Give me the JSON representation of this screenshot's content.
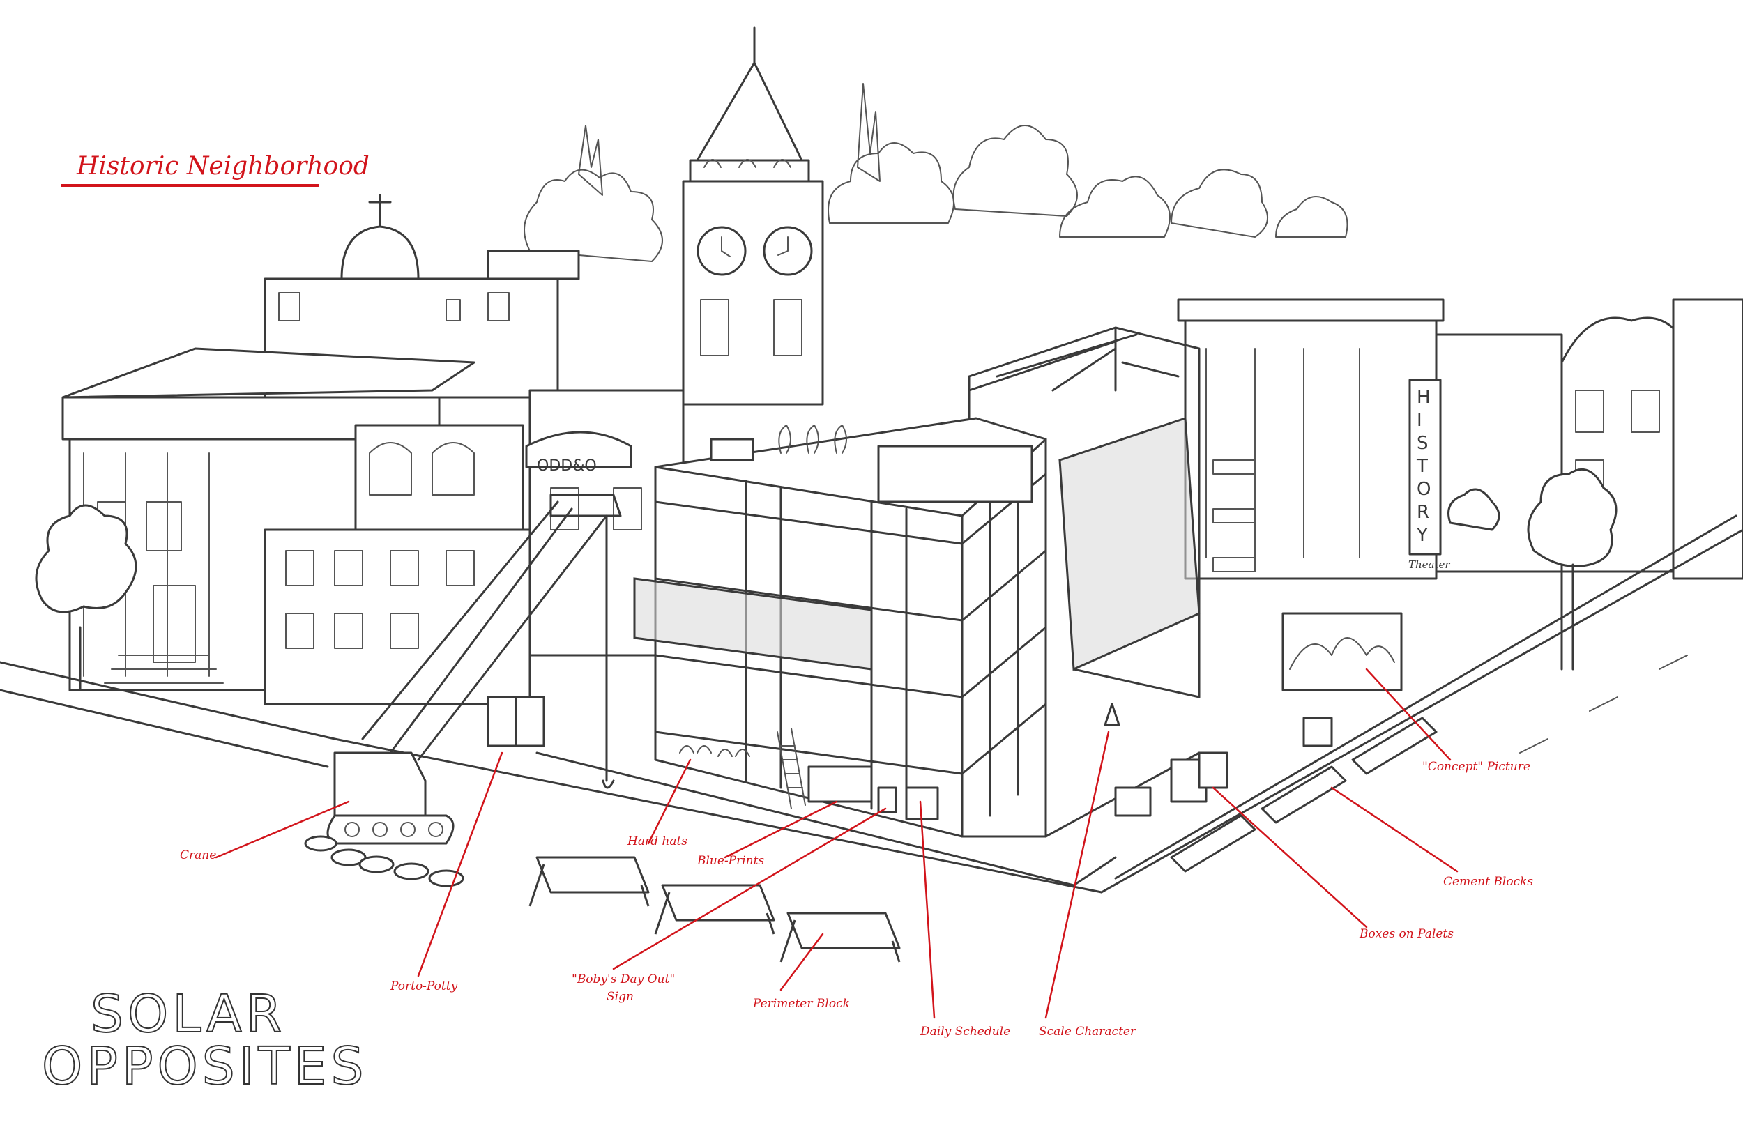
{
  "title": "Historic Neighborhood",
  "logo": {
    "line1": "SOLAR",
    "line2": "OPPOSITES"
  },
  "tower_sign": [
    "H",
    "I",
    "S",
    "T",
    "O",
    "R",
    "Y"
  ],
  "tower_sign_sub": "Theater",
  "annotations": [
    {
      "id": "crane",
      "text": "Crane"
    },
    {
      "id": "porto-potty",
      "text": "Porto-Potty"
    },
    {
      "id": "hard-hats",
      "text": "Hard hats"
    },
    {
      "id": "blue-prints",
      "text": "Blue-Prints"
    },
    {
      "id": "bobys-day-out-sign",
      "text": "\"Boby's Day Out\"",
      "text2": "Sign"
    },
    {
      "id": "perimeter-block",
      "text": "Perimeter Block"
    },
    {
      "id": "daily-schedule",
      "text": "Daily Schedule"
    },
    {
      "id": "scale-character",
      "text": "Scale Character"
    },
    {
      "id": "concept-picture",
      "text": "\"Concept\" Picture"
    },
    {
      "id": "cement-blocks",
      "text": "Cement Blocks"
    },
    {
      "id": "boxes-on-palets",
      "text": "Boxes on Palets"
    }
  ],
  "colors": {
    "annotation": "#d2141b",
    "linework": "#3a3a3a",
    "background": "#ffffff"
  }
}
